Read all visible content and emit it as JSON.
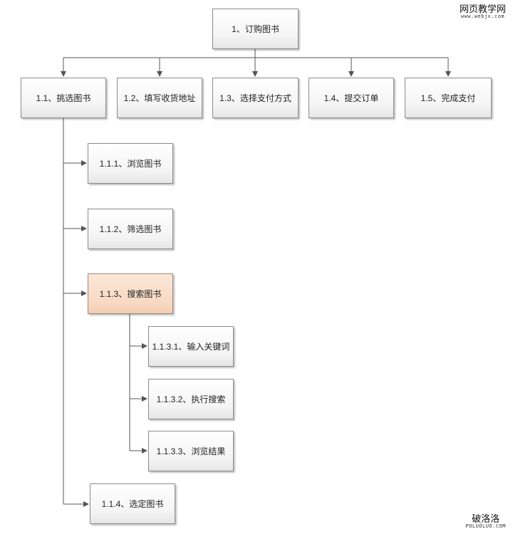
{
  "root": {
    "label": "1、订购图书"
  },
  "level1": [
    {
      "label": "1.1、挑选图书"
    },
    {
      "label": "1.2、填写收货地址"
    },
    {
      "label": "1.3、选择支付方式"
    },
    {
      "label": "1.4、提交订单"
    },
    {
      "label": "1.5、完成支付"
    }
  ],
  "level2": [
    {
      "label": "1.1.1、浏览图书"
    },
    {
      "label": "1.1.2、筛选图书"
    },
    {
      "label": "1.1.3、搜索图书"
    },
    {
      "label": "1.1.4、选定图书"
    }
  ],
  "level3": [
    {
      "label": "1.1.3.1、输入关键词"
    },
    {
      "label": "1.1.3.2、执行搜索"
    },
    {
      "label": "1.1.3.3、浏览结果"
    }
  ],
  "watermarks": {
    "top_title": "网页教学网",
    "top_url": "www.webjx.com",
    "bottom_title": "破洛洛",
    "bottom_url": "POLUOLUO.COM"
  },
  "colors": {
    "highlight_fill": "#f8dac4",
    "line": "#555555"
  }
}
